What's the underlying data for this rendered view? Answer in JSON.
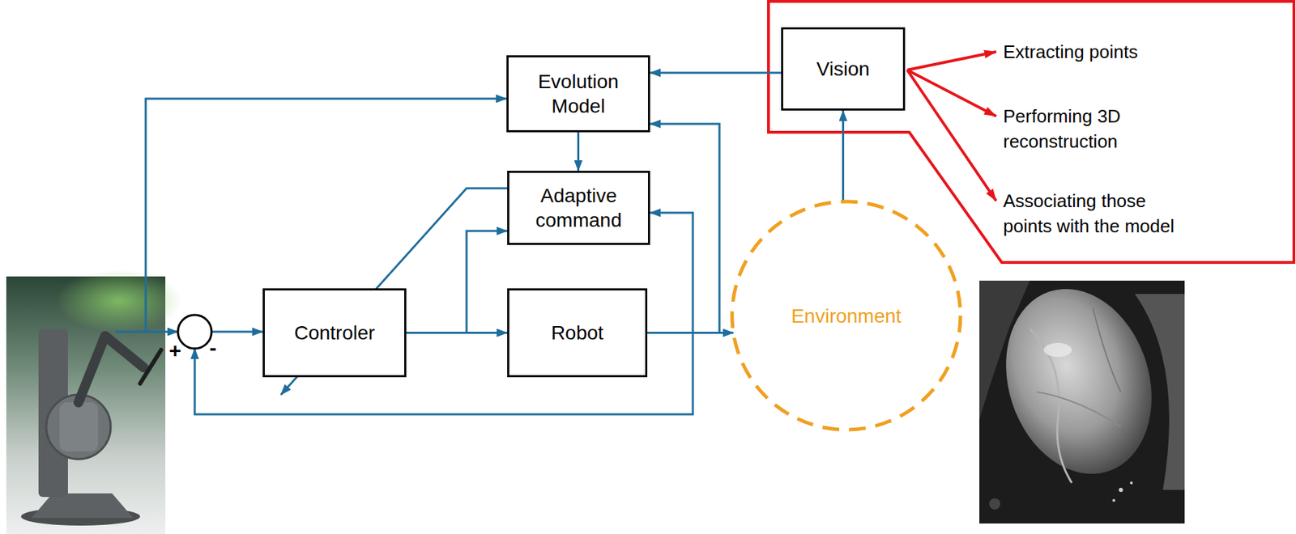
{
  "diagram": {
    "nodes": [
      {
        "text": [
          "Evolution Model"
        ]
      },
      {
        "text": [
          "Vision"
        ]
      },
      {
        "text": [
          "Adaptive command"
        ]
      },
      {
        "text": [
          "Controler"
        ]
      },
      {
        "text": [
          "Robot"
        ]
      },
      {
        "text": [
          "Environment"
        ]
      }
    ],
    "edges": [
      {
        "from": 1,
        "to": 0,
        "arrow": "to"
      },
      {
        "from": 0,
        "to": 2,
        "arrow": "to"
      },
      {
        "from": 2,
        "to": 3,
        "arrow": "to"
      },
      {
        "from": 3,
        "to": 4,
        "arrow": "to"
      },
      {
        "from": 3,
        "to": 2,
        "arrow": "to"
      },
      {
        "from": 4,
        "to": 0,
        "arrow": "to"
      },
      {
        "from": 4,
        "to": 2,
        "arrow": "to"
      },
      {
        "from": 4,
        "to": 5,
        "arrow": "to"
      },
      {
        "from": 5,
        "to": 1,
        "arrow": "to"
      }
    ],
    "labels": [
      "Extracting points",
      "Performing 3D reconstruction",
      "Associating those points with the model",
      "+",
      "-"
    ]
  }
}
